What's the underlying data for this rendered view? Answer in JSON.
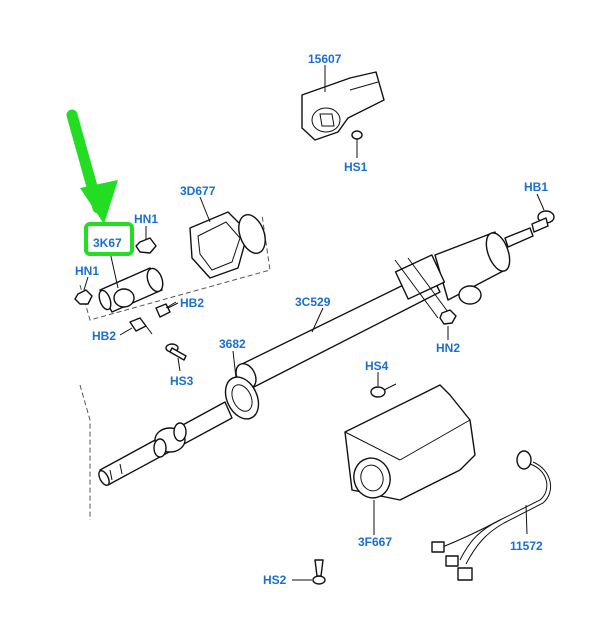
{
  "label_color": "#1a6fd1",
  "highlight_color": "#22dd22",
  "labels": {
    "p15607": "15607",
    "hs1": "HS1",
    "hb1": "HB1",
    "d3d677": "3D677",
    "hn1_top": "HN1",
    "k3k67": "3K67",
    "hn1_left": "HN1",
    "hb2_right": "HB2",
    "hb2_left": "HB2",
    "c3c529": "3C529",
    "hn2": "HN2",
    "p3682": "3682",
    "hs3": "HS3",
    "hs4": "HS4",
    "f3f667": "3F667",
    "p11572": "11572",
    "hs2": "HS2"
  }
}
